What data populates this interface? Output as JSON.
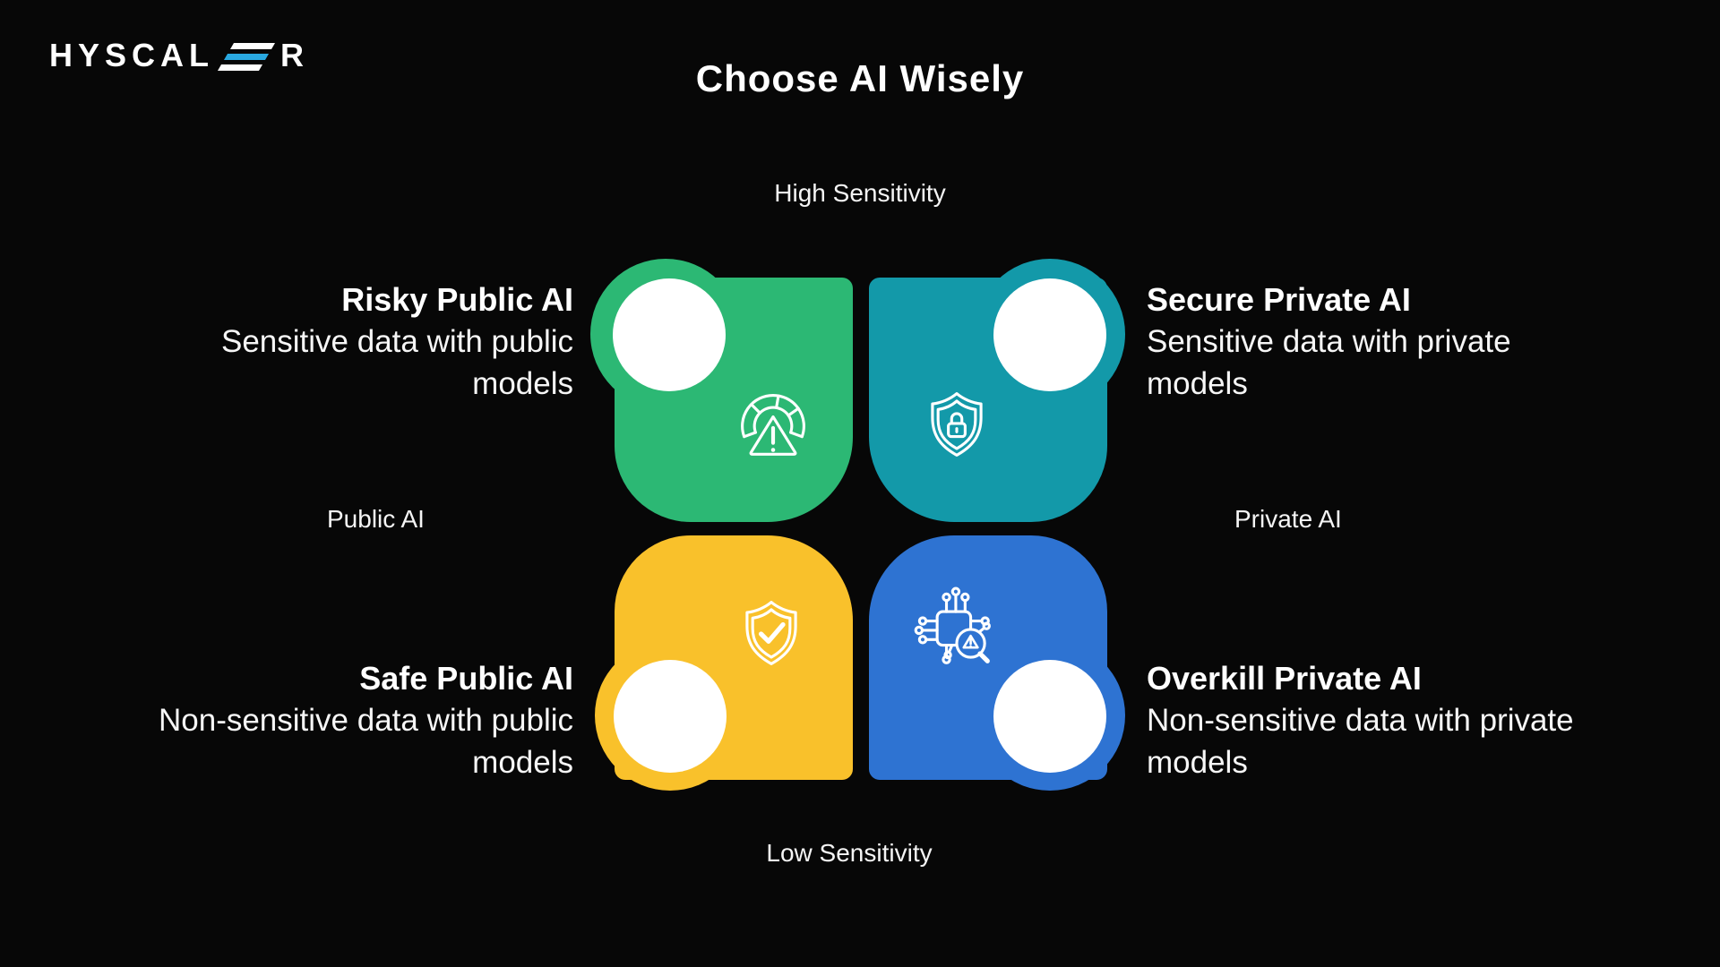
{
  "page": {
    "background": "#070707",
    "title": "Choose AI Wisely"
  },
  "logo": {
    "word_start": "HYSCAL",
    "word_end": "R",
    "accent_color": "#29a8e0"
  },
  "axes": {
    "top": "High Sensitivity",
    "bottom": "Low Sensitivity",
    "left": "Public AI",
    "right": "Private AI"
  },
  "quadrants": [
    {
      "name": "risky-public-ai",
      "title": "Risky Public AI",
      "description": "Sensitive data with public models",
      "color": "#2cb874",
      "icon": "gauge-warning-icon"
    },
    {
      "name": "secure-private-ai",
      "title": "Secure Private AI",
      "description": "Sensitive data with private models",
      "color": "#1399a9",
      "icon": "shield-lock-icon"
    },
    {
      "name": "safe-public-ai",
      "title": "Safe Public AI",
      "description": "Non-sensitive data with public models",
      "color": "#f9c12b",
      "icon": "shield-check-icon"
    },
    {
      "name": "overkill-private-ai",
      "title": "Overkill Private AI",
      "description": "Non-sensitive data with private models",
      "color": "#2e73d2",
      "icon": "chip-scan-icon"
    }
  ]
}
